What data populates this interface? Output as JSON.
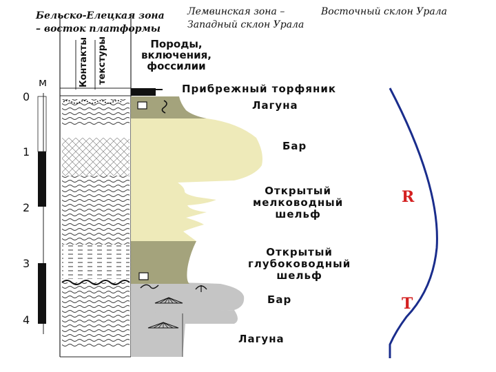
{
  "header": {
    "left_title": "Бельско-Елецкая зона – восток платформы",
    "left_line1": "Бельско-Елецкая зона",
    "left_line2": "– восток платформы",
    "middle_line1": "Лемвинская зона –",
    "middle_line2": "Западный склон Урала",
    "right_title": "Восточный склон Урала"
  },
  "columns": {
    "contacts": "Контакты",
    "textures": "текстуры",
    "rocks_line1": "Породы,",
    "rocks_line2": "включения,",
    "rocks_line3": "фоссилии"
  },
  "scale": {
    "unit": "м",
    "ticks": [
      "0",
      "1",
      "2",
      "3",
      "4"
    ]
  },
  "facies": {
    "peat": "Прибрежный торфяник",
    "lagoon_top": "Лагуна",
    "bar_top": "Бар",
    "open_shallow_1": "Открытый",
    "open_shallow_2": "мелководный",
    "open_shallow_3": "шельф",
    "open_deep_1": "Открытый",
    "open_deep_2": "глубоководный",
    "open_deep_3": "шельф",
    "bar_bottom": "Бар",
    "lagoon_bottom": "Лагуна"
  },
  "cycles": {
    "r": "R",
    "t": "T"
  },
  "colors": {
    "olive": "#a4a37c",
    "cream": "#eeeab9",
    "gray": "#c5c5c5",
    "curve": "#1a2d8c",
    "red": "#d42020"
  }
}
